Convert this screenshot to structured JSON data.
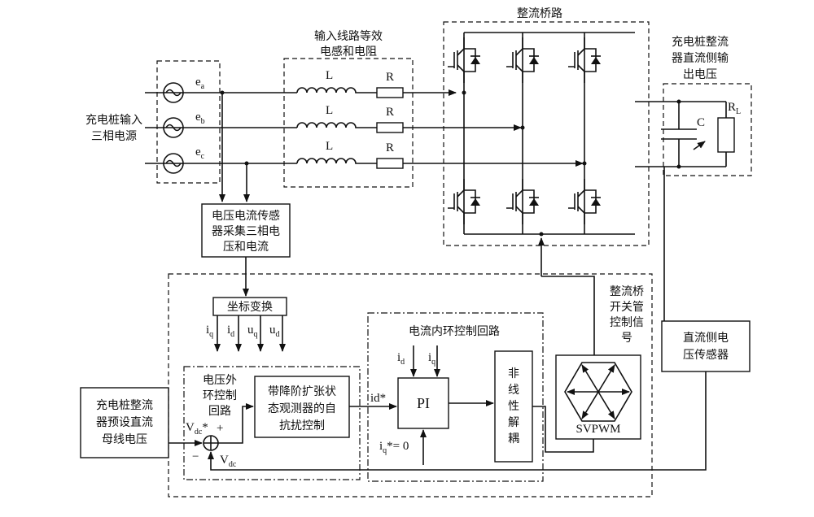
{
  "labels": {
    "source_title": [
      "充电桩输入",
      "三相电源"
    ],
    "ea": "e",
    "ea_sub": "a",
    "eb": "e",
    "eb_sub": "b",
    "ec": "e",
    "ec_sub": "c",
    "line_title": [
      "输入线路等效",
      "电感和电阻"
    ],
    "L": "L",
    "R": "R",
    "bridge_title": "整流桥路",
    "dc_title": [
      "充电桩整流",
      "器直流侧输",
      "出电压"
    ],
    "C": "C",
    "RL": "R",
    "RL_sub": "L",
    "sensor_box": [
      "电压电流传感",
      "器采集三相电",
      "压和电流"
    ],
    "coord": "坐标变换",
    "iq": "i",
    "iq_sub": "q",
    "id": "i",
    "id_sub": "d",
    "uq": "u",
    "uq_sub": "q",
    "ud": "u",
    "ud_sub": "d",
    "outer_loop": [
      "电压外",
      "环控制",
      "回路"
    ],
    "adrc": [
      "带降阶扩张状",
      "态观测器的自",
      "抗扰控制"
    ],
    "inner_title": "电流内环控制回路",
    "id_in": "i",
    "id_in_sub": "d",
    "iq_in": "i",
    "iq_in_sub": "q",
    "pi": "PI",
    "idstar": "id*",
    "iqstar": "i",
    "iqstar_sub": "q",
    "iqstar_tail": "*=  0",
    "nonlinear": [
      "非",
      "线",
      "性",
      "解",
      "耦"
    ],
    "svpwm": "SVPWM",
    "switch_signal": [
      "整流桥",
      "开关管",
      "控制信",
      "号"
    ],
    "dc_sensor": [
      "直流侧电",
      "压传感器"
    ],
    "preset": [
      "充电桩整流",
      "器预设直流",
      "母线电压"
    ],
    "vdc_star": "V",
    "vdc_star_sub": "dc",
    "vdc_star_tail": "*",
    "plus1": "+",
    "plus2": "+",
    "minus": "−",
    "vdc": "V",
    "vdc_sub": "dc"
  }
}
